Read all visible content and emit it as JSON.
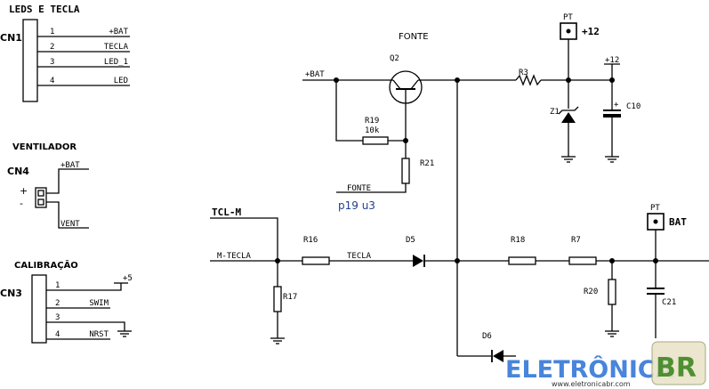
{
  "sections": {
    "leds_tecla": "LEDS E TECLA",
    "ventilador": "VENTILADOR",
    "calibracao": "CALIBRAÇÃO",
    "fonte": "FONTE"
  },
  "connectors": {
    "cn1": {
      "name": "CN1",
      "pins": [
        {
          "num": "1",
          "label": "+BAT"
        },
        {
          "num": "2",
          "label": "TECLA"
        },
        {
          "num": "3",
          "label": "LED_1"
        },
        {
          "num": "4",
          "label": "LED"
        }
      ]
    },
    "cn4": {
      "name": "CN4",
      "plus": "+",
      "minus": "-",
      "labels": [
        "+BAT",
        "VENT"
      ]
    },
    "cn3": {
      "name": "CN3",
      "pins": [
        {
          "num": "1",
          "label": "+5"
        },
        {
          "num": "2",
          "label": "SWIM"
        },
        {
          "num": "3",
          "label": ""
        },
        {
          "num": "4",
          "label": "NRST"
        }
      ],
      "supply": "+5"
    }
  },
  "components": {
    "q2": "Q2",
    "bat_in": "+BAT",
    "r19": "R19",
    "r19_value": "10k",
    "r21": "R21",
    "fonte_net": "FONTE",
    "note": "p19 u3",
    "r3": "R3",
    "z1": "Z1",
    "c10": "C10",
    "c10_plus": "+",
    "plus12_rail": "+12",
    "pt": "PT",
    "pt12_label": "+12",
    "tcl_m": "TCL-M",
    "m_tecla": "M-TECLA",
    "r16": "R16",
    "tecla_net": "TECLA",
    "d5": "D5",
    "r17": "R17",
    "r18": "R18",
    "r7": "R7",
    "r20": "R20",
    "c21": "C21",
    "pt_bat": "PT",
    "pt_bat_label": "BAT",
    "d6": "D6"
  },
  "watermark": {
    "brand": "ELETRÔNICA",
    "badge": "BR",
    "url": "www.eletronicabr.com"
  }
}
